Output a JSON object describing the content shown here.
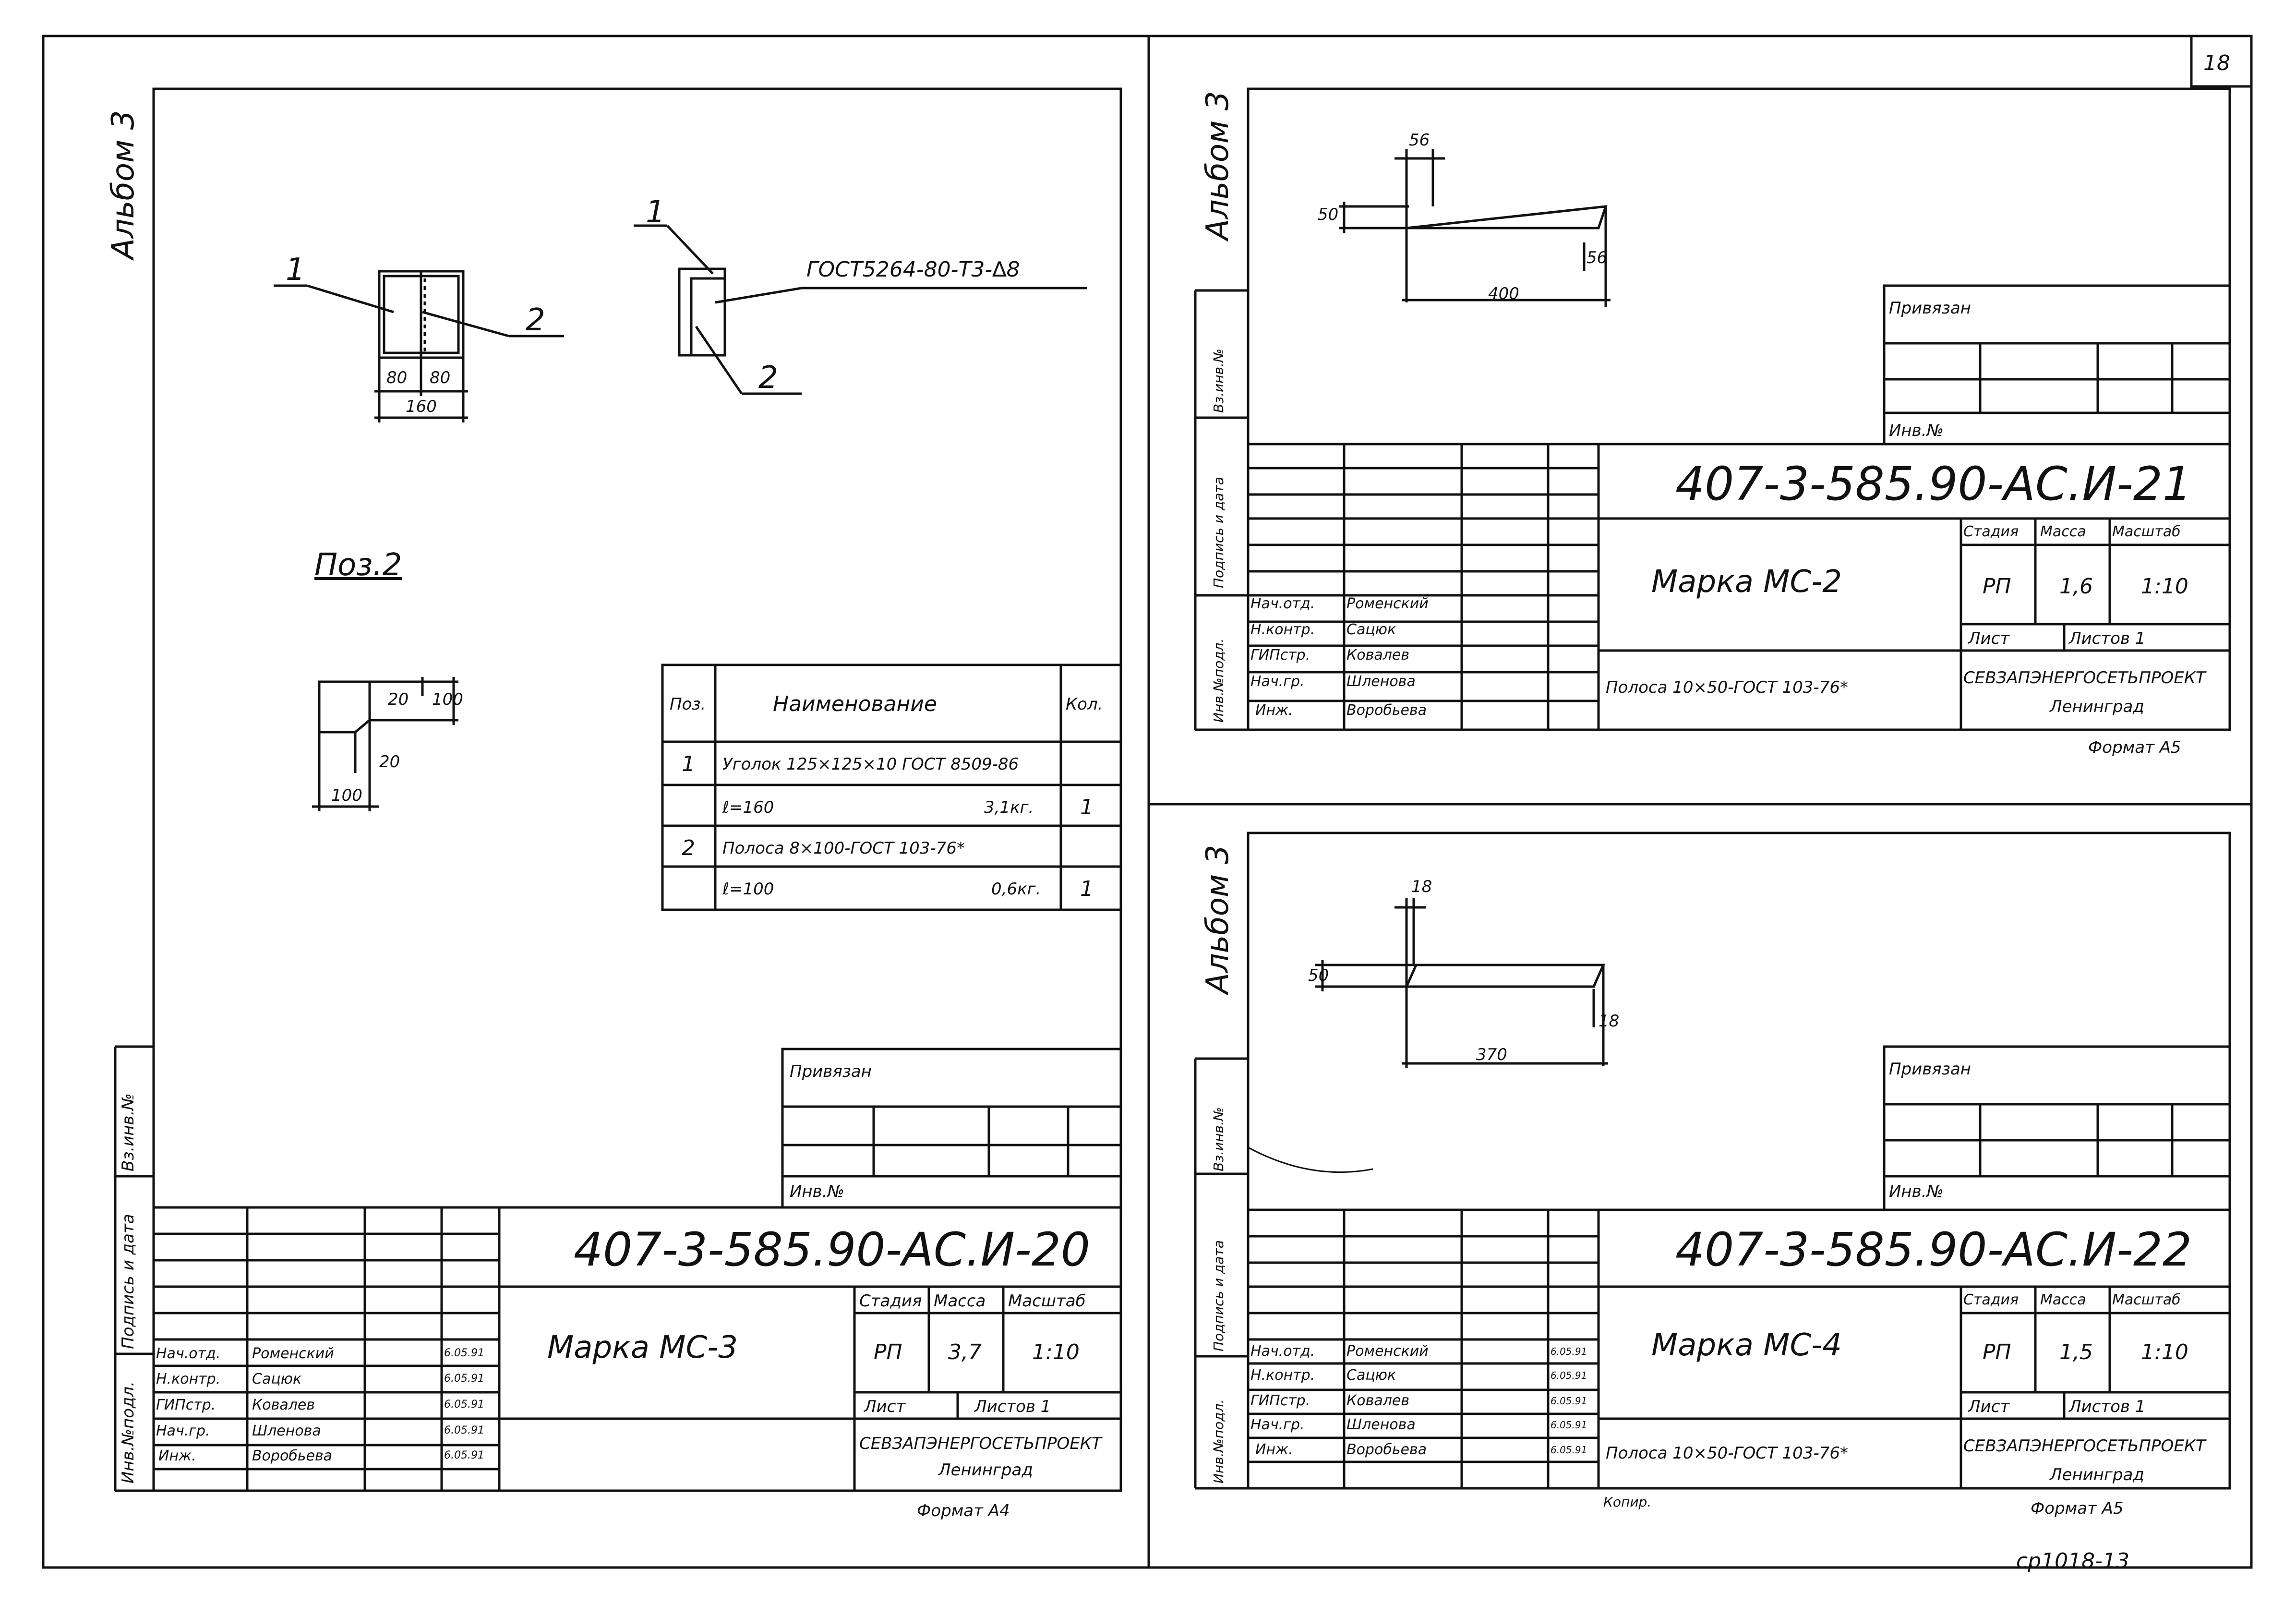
{
  "page_number": "18",
  "footer_code": "cp1018-13",
  "sheet20": {
    "album": "Альбом 3",
    "side_labels": [
      "Инв.№подл.",
      "Подпись и дата",
      "Вз.инв.№"
    ],
    "view1": {
      "pos1": "1",
      "pos2": "2",
      "dim_a": "80",
      "dim_b": "80",
      "dim_total": "160"
    },
    "view2": {
      "pos1": "1",
      "pos2": "2",
      "weld": "ГОСТ5264-80-Т3-∆8"
    },
    "pos2_title": "Поз.2",
    "pos2_dims": {
      "d20a": "20",
      "d100a": "100",
      "d20b": "20",
      "d100b": "100"
    },
    "spec": {
      "headers": [
        "Поз.",
        "Наименование",
        "Кол."
      ],
      "rows": [
        {
          "pos": "1",
          "name": "Уголок 125×125×10 ГОСТ 8509-86",
          "qty": ""
        },
        {
          "pos": "",
          "name": "ℓ=160",
          "mass": "3,1кг.",
          "qty": "1"
        },
        {
          "pos": "2",
          "name": "Полоса 8×100-ГОСТ 103-76*",
          "qty": ""
        },
        {
          "pos": "",
          "name": "ℓ=100",
          "mass": "0,6кг.",
          "qty": "1"
        }
      ]
    },
    "privyazan": "Привязан",
    "inv_no": "Инв.№",
    "title_code": "407-3-585.90-АС.И-20",
    "title_name": "Марка МС-3",
    "stage_label": "Стадия",
    "mass_label": "Масса",
    "scale_label": "Масштаб",
    "stage": "РП",
    "mass": "3,7",
    "scale": "1:10",
    "sheet_label": "Лист",
    "sheets_label": "Листов 1",
    "org": "СЕВЗАПЭНЕРГОСЕТЬПРОЕКТ",
    "city": "Ленинград",
    "format": "Формат А4",
    "signers": [
      {
        "role": "Нач.отд.",
        "name": "Роменский",
        "date": "6.05.91"
      },
      {
        "role": "Н.контр.",
        "name": "Сацюк",
        "date": "6.05.91"
      },
      {
        "role": "ГИПстр.",
        "name": "Ковалев",
        "date": "6.05.91"
      },
      {
        "role": "Нач.гр.",
        "name": "Шленова",
        "date": "6.05.91"
      },
      {
        "role": "Инж.",
        "name": "Воробьева",
        "date": "6.05.91"
      }
    ]
  },
  "sheet21": {
    "album": "Альбом 3",
    "side_labels": [
      "Инв.№подл.",
      "Подпись и дата",
      "Вз.инв.№"
    ],
    "dims": {
      "top": "56",
      "left": "50",
      "right": "56",
      "len": "400"
    },
    "privyazan": "Привязан",
    "inv_no": "Инв.№",
    "title_code": "407-3-585.90-АС.И-21",
    "title_name": "Марка МС-2",
    "stage_label": "Стадия",
    "mass_label": "Масса",
    "scale_label": "Масштаб",
    "stage": "РП",
    "mass": "1,6",
    "scale": "1:10",
    "sheet_label": "Лист",
    "sheets_label": "Листов 1",
    "material": "Полоса 10×50-ГОСТ 103-76*",
    "org": "СЕВЗАПЭНЕРГОСЕТЬПРОЕКТ",
    "city": "Ленинград",
    "format": "Формат А5",
    "signers": [
      {
        "role": "Нач.отд.",
        "name": "Роменский"
      },
      {
        "role": "Н.контр.",
        "name": "Сацюк"
      },
      {
        "role": "ГИПстр.",
        "name": "Ковалев"
      },
      {
        "role": "Нач.гр.",
        "name": "Шленова"
      },
      {
        "role": "Инж.",
        "name": "Воробьева"
      }
    ]
  },
  "sheet22": {
    "album": "Альбом 3",
    "side_labels": [
      "Инв.№подл.",
      "Подпись и дата",
      "Вз.инв.№"
    ],
    "dims": {
      "top": "18",
      "left": "50",
      "right": "18",
      "len": "370"
    },
    "privyazan": "Привязан",
    "inv_no": "Инв.№",
    "title_code": "407-3-585.90-АС.И-22",
    "title_name": "Марка МС-4",
    "stage_label": "Стадия",
    "mass_label": "Масса",
    "scale_label": "Масштаб",
    "stage": "РП",
    "mass": "1,5",
    "scale": "1:10",
    "sheet_label": "Лист",
    "sheets_label": "Листов 1",
    "material": "Полоса 10×50-ГОСТ 103-76*",
    "org": "СЕВЗАПЭНЕРГОСЕТЬПРОЕКТ",
    "city": "Ленинград",
    "format": "Формат А5",
    "copied": "Копир.",
    "signers": [
      {
        "role": "Нач.отд.",
        "name": "Роменский",
        "date": "6.05.91"
      },
      {
        "role": "Н.контр.",
        "name": "Сацюк",
        "date": "6.05.91"
      },
      {
        "role": "ГИПстр.",
        "name": "Ковалев",
        "date": "6.05.91"
      },
      {
        "role": "Нач.гр.",
        "name": "Шленова",
        "date": "6.05.91"
      },
      {
        "role": "Инж.",
        "name": "Воробьева",
        "date": "6.05.91"
      }
    ]
  }
}
